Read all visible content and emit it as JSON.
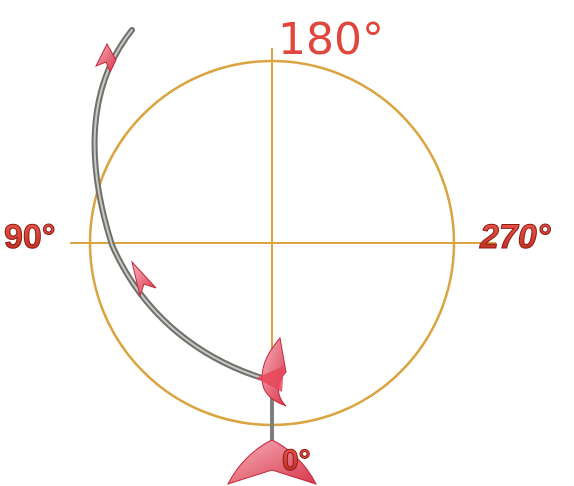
{
  "labels": {
    "top": "180°",
    "left": "90°",
    "right": "270°",
    "bottom": "0°"
  },
  "colors": {
    "circle": "#d9a441",
    "axis": "#d9a441",
    "label": "#e0463c",
    "label_dark": "#b7281f",
    "path": "#8a8a86",
    "path_light": "#c9c9c4",
    "arrow": "#e8475a",
    "arrow_light": "#f5a3ad"
  }
}
